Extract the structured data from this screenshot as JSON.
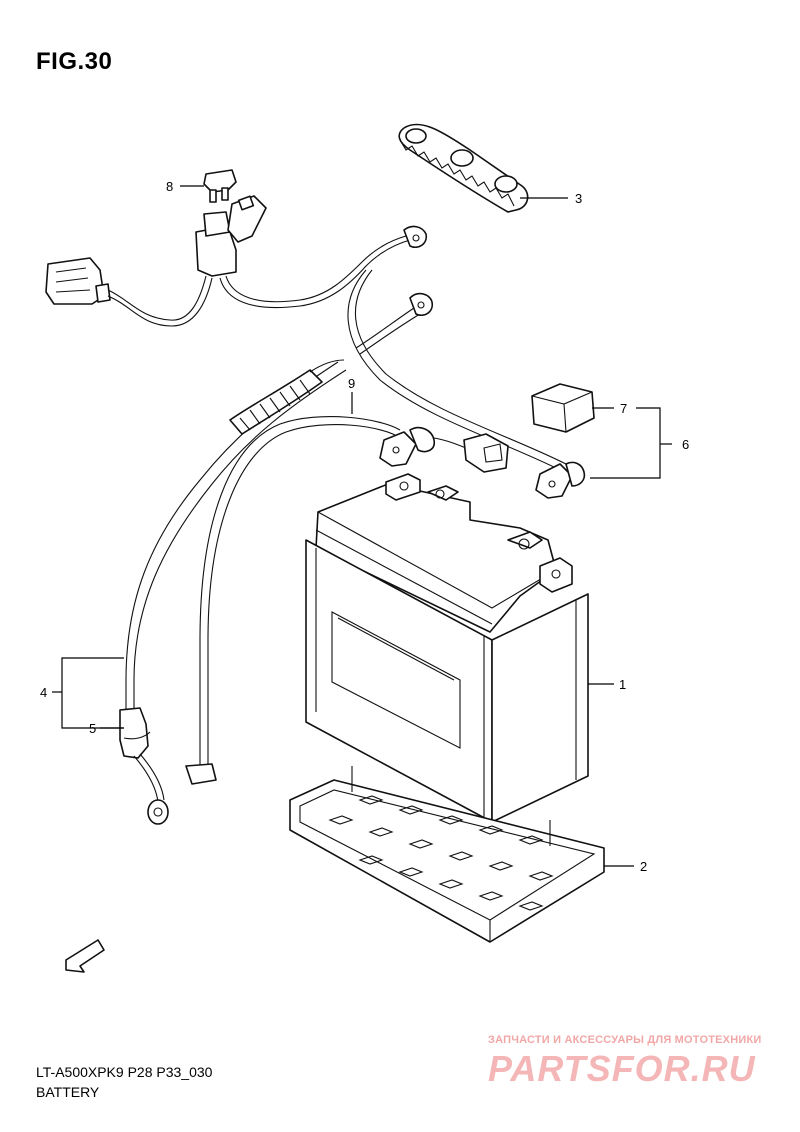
{
  "figure": {
    "title": "FIG.30",
    "model_code": "LT-A500XPK9 P28 P33_030",
    "section_name": "BATTERY"
  },
  "fwd_marker": "FWD",
  "callouts": [
    {
      "id": "c1",
      "label": "1"
    },
    {
      "id": "c2",
      "label": "2"
    },
    {
      "id": "c3",
      "label": "3"
    },
    {
      "id": "c4",
      "label": "4"
    },
    {
      "id": "c5",
      "label": "5"
    },
    {
      "id": "c6",
      "label": "6"
    },
    {
      "id": "c7",
      "label": "7"
    },
    {
      "id": "c8",
      "label": "8"
    },
    {
      "id": "c9",
      "label": "9"
    }
  ],
  "watermark": {
    "tagline": "ЗАПЧАСТИ И АКСЕССУАРЫ ДЛЯ МОТОТЕХНИКИ",
    "logo": "PARTSFOR.RU"
  }
}
